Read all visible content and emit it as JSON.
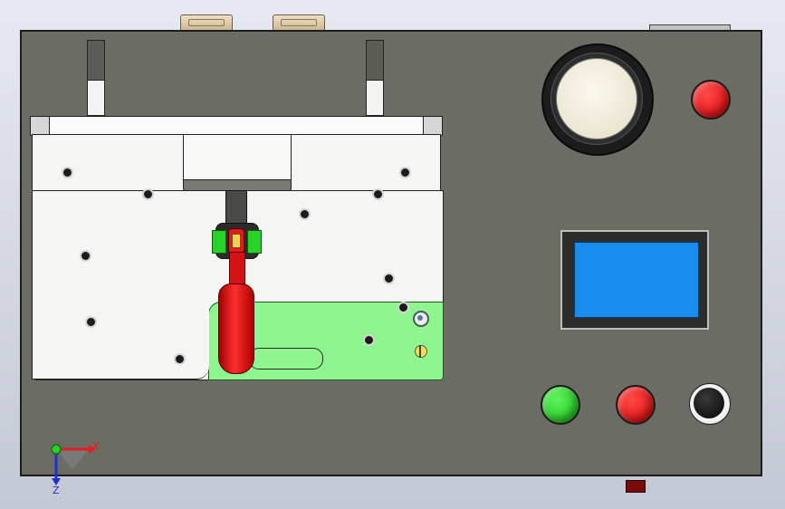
{
  "axes": {
    "x_label": "X",
    "z_label": "Z"
  },
  "colors": {
    "panel": "#6b6c64",
    "fixture_plate": "#f5f5f3",
    "green_plate": "#8ff58f",
    "handle": "#e01414",
    "screen": "#1a8cf0",
    "start_button": "#1fd11f",
    "stop_button": "#ea1414",
    "reset_button": "#111111",
    "emergency_button": "#ea1414",
    "gauge_face": "#efe9d8"
  },
  "components": [
    "db-connector-left",
    "db-connector-right",
    "gauge",
    "emergency-stop-button",
    "display-screen",
    "start-button",
    "stop-button",
    "reset-button",
    "toggle-clamp-handle",
    "fixture-plate",
    "power-switch"
  ]
}
